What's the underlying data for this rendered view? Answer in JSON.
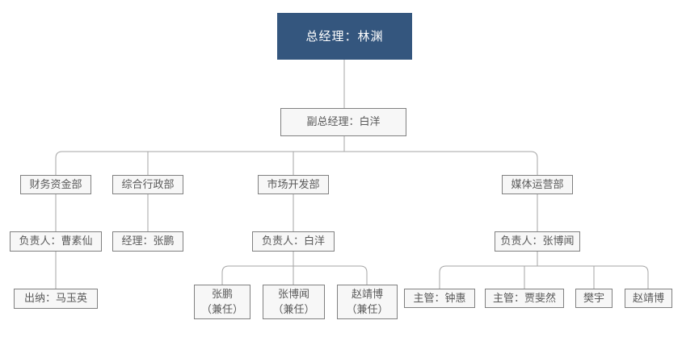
{
  "org": {
    "type": "org-tree",
    "root": {
      "title": "总经理：林渊"
    },
    "deputy": {
      "title": "副总经理：白洋"
    },
    "departments": [
      {
        "name": "财务资金部",
        "lead": "负责人：曹素仙",
        "members": [
          {
            "name": "出纳：马玉英",
            "note": ""
          }
        ]
      },
      {
        "name": "综合行政部",
        "lead": "经理：张鹏",
        "members": []
      },
      {
        "name": "市场开发部",
        "lead": "负责人：白洋",
        "members": [
          {
            "name": "张鹏",
            "note": "（兼任）"
          },
          {
            "name": "张博闻",
            "note": "（兼任）"
          },
          {
            "name": "赵靖博",
            "note": "（兼任）"
          }
        ]
      },
      {
        "name": "媒体运营部",
        "lead": "负责人：张博闻",
        "members": [
          {
            "name": "主管：钟惠",
            "note": ""
          },
          {
            "name": "主管：贾斐然",
            "note": ""
          },
          {
            "name": "樊宇",
            "note": ""
          },
          {
            "name": "赵靖博",
            "note": ""
          }
        ]
      }
    ],
    "colors": {
      "root_fill": "#34567E",
      "root_text": "#ffffff",
      "node_fill": "#f7f7f7",
      "node_border": "#808080",
      "node_text": "#595959",
      "connector_line": "#a6a6a6",
      "background": "#ffffff"
    }
  }
}
